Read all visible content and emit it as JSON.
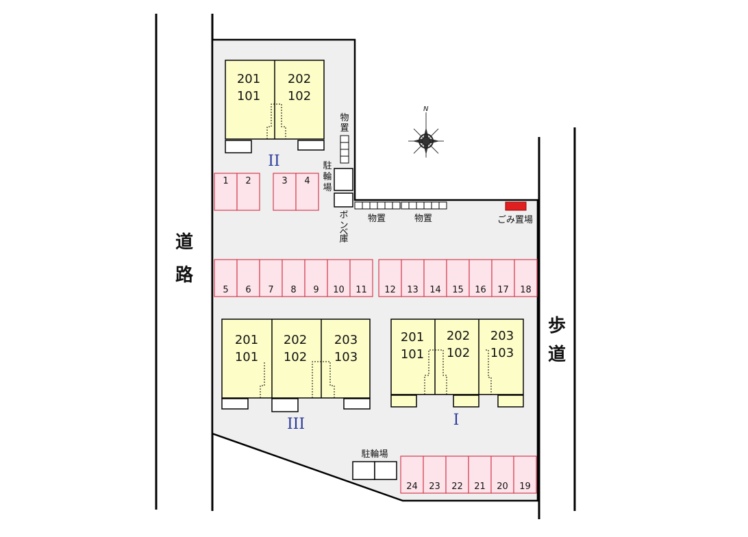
{
  "map": {
    "road_left": "道路",
    "road_right": "歩道",
    "north": "N",
    "colors": {
      "lot": "#efefef",
      "building": "#fdfdc8",
      "parking": "#fde4ea",
      "parking_border": "#d23c50",
      "garbage": "#e02020",
      "building_id": "#2b3a9a"
    },
    "buildings": [
      {
        "id": "II",
        "units": [
          {
            "upper": "201",
            "lower": "101"
          },
          {
            "upper": "202",
            "lower": "102"
          }
        ]
      },
      {
        "id": "III",
        "units": [
          {
            "upper": "201",
            "lower": "101"
          },
          {
            "upper": "202",
            "lower": "102"
          },
          {
            "upper": "203",
            "lower": "103"
          }
        ]
      },
      {
        "id": "I",
        "units": [
          {
            "upper": "201",
            "lower": "101"
          },
          {
            "upper": "202",
            "lower": "102"
          },
          {
            "upper": "203",
            "lower": "103"
          }
        ]
      }
    ],
    "parking_groups": [
      {
        "slots": [
          "1",
          "2"
        ]
      },
      {
        "slots": [
          "3",
          "4"
        ]
      },
      {
        "slots": [
          "5",
          "6",
          "7",
          "8",
          "9",
          "10",
          "11"
        ]
      },
      {
        "slots": [
          "12",
          "13",
          "14",
          "15",
          "16",
          "17",
          "18"
        ]
      },
      {
        "slots": [
          "24",
          "23",
          "22",
          "21",
          "20",
          "19"
        ]
      }
    ],
    "labels": {
      "storage_top": "物置",
      "bike_parking_top": "駐輪場",
      "gas_storage": "ボンベ庫",
      "storage_a": "物置",
      "storage_b": "物置",
      "garbage": "ごみ置場",
      "bike_parking_bottom": "駐輪場"
    }
  }
}
